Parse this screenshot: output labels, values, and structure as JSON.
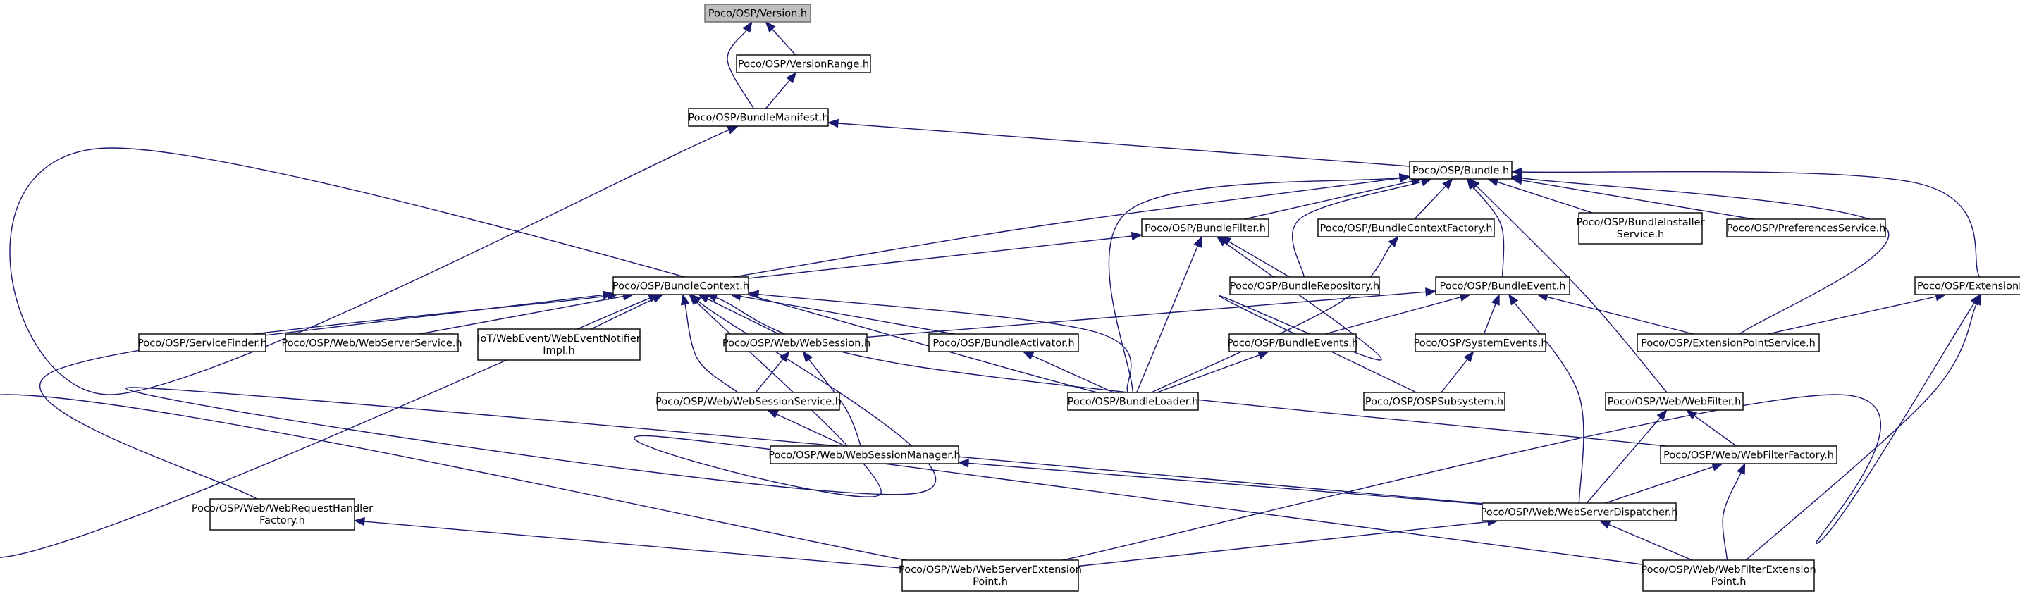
{
  "graph": {
    "edge_color": "#191970",
    "root_fill": "#bfbfbf",
    "nodes": [
      {
        "id": "version",
        "label": "Poco/OSP/Version.h",
        "root": true
      },
      {
        "id": "versionrange",
        "label": "Poco/OSP/VersionRange.h"
      },
      {
        "id": "bundlemanifest",
        "label": "Poco/OSP/BundleManifest.h"
      },
      {
        "id": "bundle",
        "label": "Poco/OSP/Bundle.h"
      },
      {
        "id": "bundlefilter",
        "label": "Poco/OSP/BundleFilter.h"
      },
      {
        "id": "bundlecontextfactory",
        "label": "Poco/OSP/BundleContextFactory.h"
      },
      {
        "id": "bundleinstallerservice",
        "label": "Poco/OSP/BundleInstaller Service.h"
      },
      {
        "id": "preferencesservice",
        "label": "Poco/OSP/PreferencesService.h"
      },
      {
        "id": "bundlecontext",
        "label": "Poco/OSP/BundleContext.h"
      },
      {
        "id": "bundlerepository",
        "label": "Poco/OSP/BundleRepository.h"
      },
      {
        "id": "bundleevent",
        "label": "Poco/OSP/BundleEvent.h"
      },
      {
        "id": "extensionpoint",
        "label": "Poco/OSP/ExtensionPoint.h"
      },
      {
        "id": "servicefinder",
        "label": "Poco/OSP/ServiceFinder.h"
      },
      {
        "id": "webserverservice",
        "label": "Poco/OSP/Web/WebServerService.h"
      },
      {
        "id": "webeventnotifier",
        "label": "IoT/WebEvent/WebEventNotifier Impl.h"
      },
      {
        "id": "websession",
        "label": "Poco/OSP/Web/WebSession.h"
      },
      {
        "id": "bundleactivator",
        "label": "Poco/OSP/BundleActivator.h"
      },
      {
        "id": "bundleevents",
        "label": "Poco/OSP/BundleEvents.h"
      },
      {
        "id": "systemevents",
        "label": "Poco/OSP/SystemEvents.h"
      },
      {
        "id": "extensionpointservice",
        "label": "Poco/OSP/ExtensionPointService.h"
      },
      {
        "id": "websessionservice",
        "label": "Poco/OSP/Web/WebSessionService.h"
      },
      {
        "id": "bundleloader",
        "label": "Poco/OSP/BundleLoader.h"
      },
      {
        "id": "ospsubsystem",
        "label": "Poco/OSP/OSPSubsystem.h"
      },
      {
        "id": "webfilter",
        "label": "Poco/OSP/Web/WebFilter.h"
      },
      {
        "id": "websessionmanager",
        "label": "Poco/OSP/Web/WebSessionManager.h"
      },
      {
        "id": "webfilterfactory",
        "label": "Poco/OSP/Web/WebFilterFactory.h"
      },
      {
        "id": "webrequesthandlerfactory",
        "label": "Poco/OSP/Web/WebRequestHandler Factory.h"
      },
      {
        "id": "webserverdispatcher",
        "label": "Poco/OSP/Web/WebServerDispatcher.h"
      },
      {
        "id": "webserverextensionpoint",
        "label": "Poco/OSP/Web/WebServerExtension Point.h"
      },
      {
        "id": "webfilterextensionpoint",
        "label": "Poco/OSP/Web/WebFilterExtension Point.h"
      }
    ],
    "edges": [
      {
        "from": "versionrange",
        "to": "version"
      },
      {
        "from": "bundlemanifest",
        "to": "version"
      },
      {
        "from": "bundlemanifest",
        "to": "versionrange"
      },
      {
        "from": "bundleloader",
        "to": "bundlemanifest"
      },
      {
        "from": "bundle",
        "to": "bundlemanifest"
      },
      {
        "from": "bundlefilter",
        "to": "bundle"
      },
      {
        "from": "bundlecontextfactory",
        "to": "bundle"
      },
      {
        "from": "bundleinstallerservice",
        "to": "bundle"
      },
      {
        "from": "preferencesservice",
        "to": "bundle"
      },
      {
        "from": "bundlecontext",
        "to": "bundle"
      },
      {
        "from": "bundlerepository",
        "to": "bundle"
      },
      {
        "from": "bundleevent",
        "to": "bundle"
      },
      {
        "from": "extensionpoint",
        "to": "bundle"
      },
      {
        "from": "extensionpointservice",
        "to": "bundle"
      },
      {
        "from": "bundleloader",
        "to": "bundle"
      },
      {
        "from": "webfilter",
        "to": "bundle"
      },
      {
        "from": "bundlecontext",
        "to": "bundlefilter"
      },
      {
        "from": "bundlerepository",
        "to": "bundlefilter"
      },
      {
        "from": "bundleloader",
        "to": "bundlefilter"
      },
      {
        "from": "ospsubsystem",
        "to": "bundlefilter"
      },
      {
        "from": "bundleloader",
        "to": "bundlecontextfactory"
      },
      {
        "from": "servicefinder",
        "to": "bundlecontext"
      },
      {
        "from": "webserverservice",
        "to": "bundlecontext"
      },
      {
        "from": "webeventnotifier",
        "to": "bundlecontext"
      },
      {
        "from": "websession",
        "to": "bundlecontext"
      },
      {
        "from": "bundleactivator",
        "to": "bundlecontext"
      },
      {
        "from": "websessionservice",
        "to": "bundlecontext"
      },
      {
        "from": "bundleloader",
        "to": "bundlecontext"
      },
      {
        "from": "webfilterfactory",
        "to": "bundlecontext"
      },
      {
        "from": "webrequesthandlerfactory",
        "to": "bundlecontext"
      },
      {
        "from": "webserverdispatcher",
        "to": "bundlecontext"
      },
      {
        "from": "webserverextensionpoint",
        "to": "bundlecontext"
      },
      {
        "from": "webfilterextensionpoint",
        "to": "bundlecontext"
      },
      {
        "from": "websession",
        "to": "bundleevent"
      },
      {
        "from": "bundleevents",
        "to": "bundleevent"
      },
      {
        "from": "systemevents",
        "to": "bundleevent"
      },
      {
        "from": "extensionpointservice",
        "to": "bundleevent"
      },
      {
        "from": "webserverdispatcher",
        "to": "bundleevent"
      },
      {
        "from": "extensionpointservice",
        "to": "extensionpoint"
      },
      {
        "from": "webserverextensionpoint",
        "to": "extensionpoint"
      },
      {
        "from": "webfilterextensionpoint",
        "to": "extensionpoint"
      },
      {
        "from": "websessionservice",
        "to": "websession"
      },
      {
        "from": "websessionmanager",
        "to": "websession"
      },
      {
        "from": "bundleloader",
        "to": "bundleactivator"
      },
      {
        "from": "bundleloader",
        "to": "bundleevents"
      },
      {
        "from": "ospsubsystem",
        "to": "systemevents"
      },
      {
        "from": "websessionmanager",
        "to": "websessionservice"
      },
      {
        "from": "webserverdispatcher",
        "to": "websessionmanager"
      },
      {
        "from": "webfilterfactory",
        "to": "webfilter"
      },
      {
        "from": "webserverdispatcher",
        "to": "webfilter"
      },
      {
        "from": "webserverdispatcher",
        "to": "webfilterfactory"
      },
      {
        "from": "webfilterextensionpoint",
        "to": "webfilterfactory"
      },
      {
        "from": "webserverextensionpoint",
        "to": "webrequesthandlerfactory"
      },
      {
        "from": "webserverextensionpoint",
        "to": "webserverdispatcher"
      },
      {
        "from": "webfilterextensionpoint",
        "to": "webserverdispatcher"
      }
    ]
  }
}
